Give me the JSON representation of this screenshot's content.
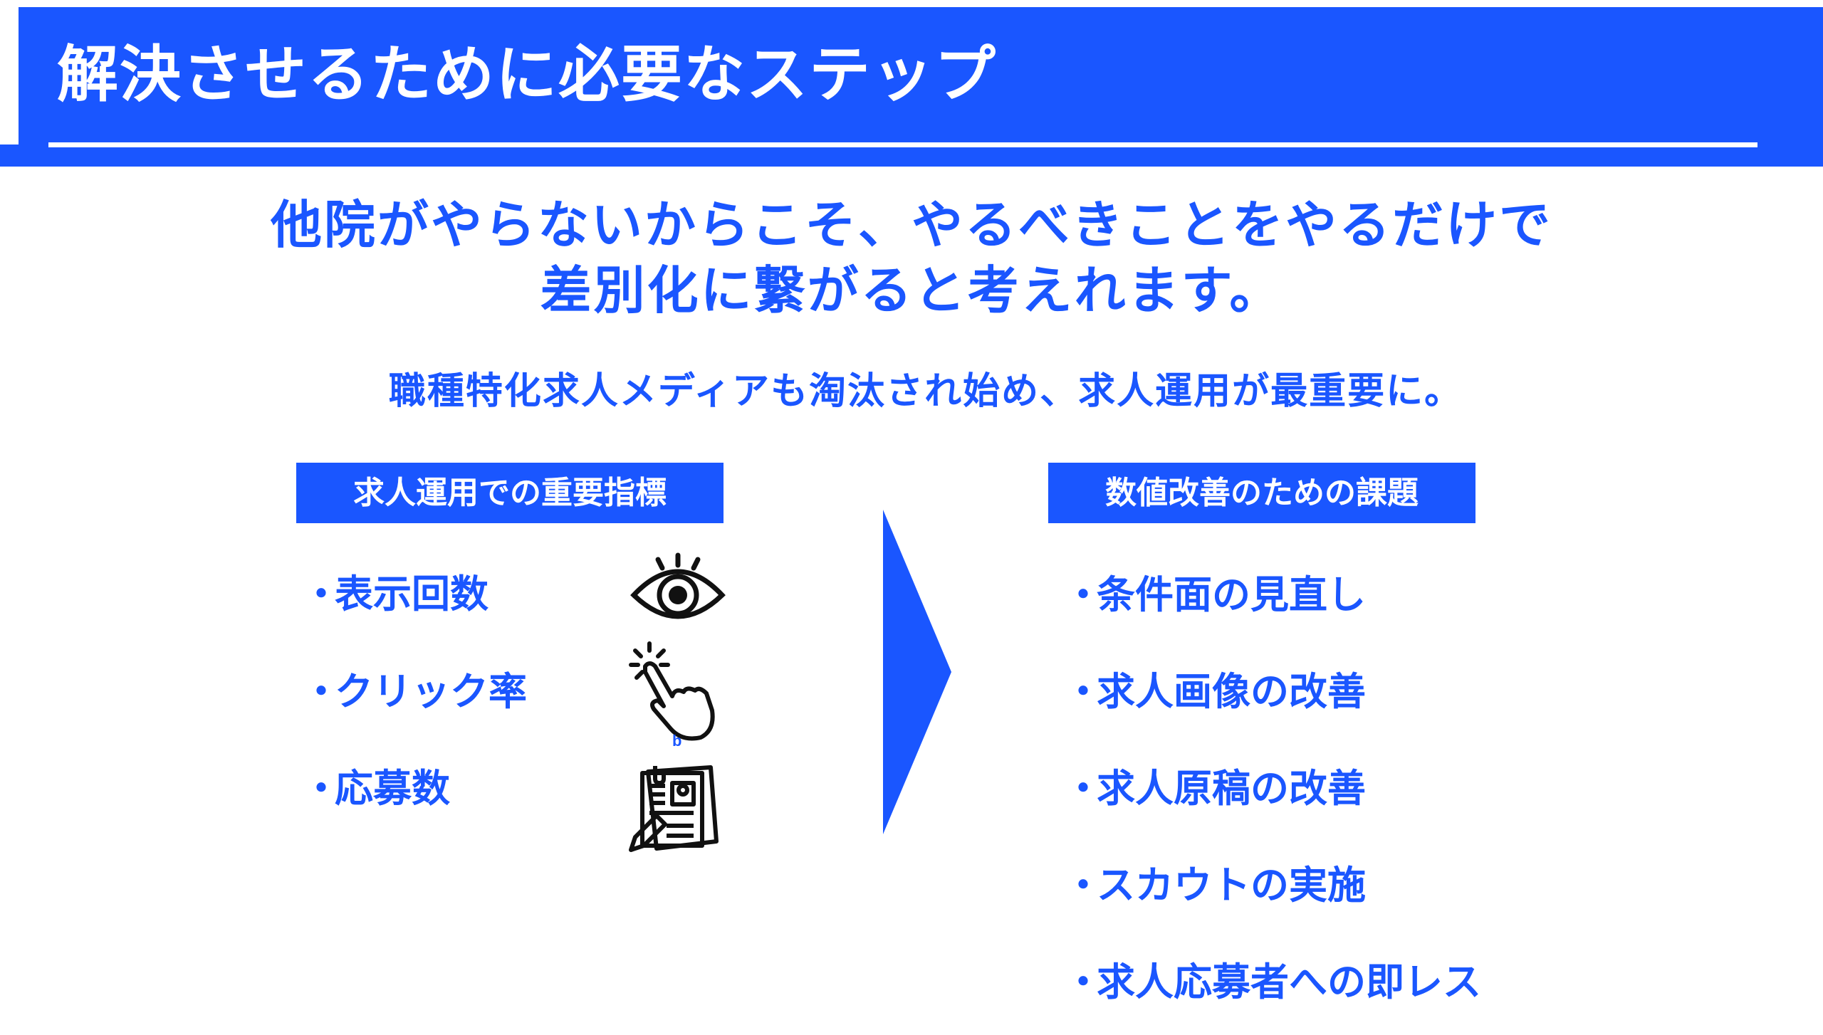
{
  "header": {
    "title": "解決させるために必要なステップ"
  },
  "lead": {
    "line1": "他院がやらないからこそ、やるべきことをやるだけで",
    "line2": "差別化に繋がると考えれます。"
  },
  "subtitle": "職種特化求人メディアも淘汰され始め、求人運用が最重要に。",
  "left": {
    "label": "求人運用での重要指標",
    "items": [
      {
        "bullet": "・",
        "text": "表示回数",
        "icon": "eye-icon"
      },
      {
        "bullet": "・",
        "text": "クリック率",
        "icon": "click-hand-icon"
      },
      {
        "bullet": "・",
        "text": "応募数",
        "icon": "application-form-icon"
      }
    ]
  },
  "right": {
    "label": "数値改善のための課題",
    "items": [
      {
        "bullet": "・",
        "text": "条件面の見直し"
      },
      {
        "bullet": "・",
        "text": "求人画像の改善"
      },
      {
        "bullet": "・",
        "text": "求人原稿の改善"
      },
      {
        "bullet": "・",
        "text": "スカウトの実施"
      },
      {
        "bullet": "・",
        "text": "求人応募者への即レス"
      }
    ]
  },
  "colors": {
    "accent": "#1a56ff",
    "background": "#ffffff",
    "icon": "#111111"
  }
}
